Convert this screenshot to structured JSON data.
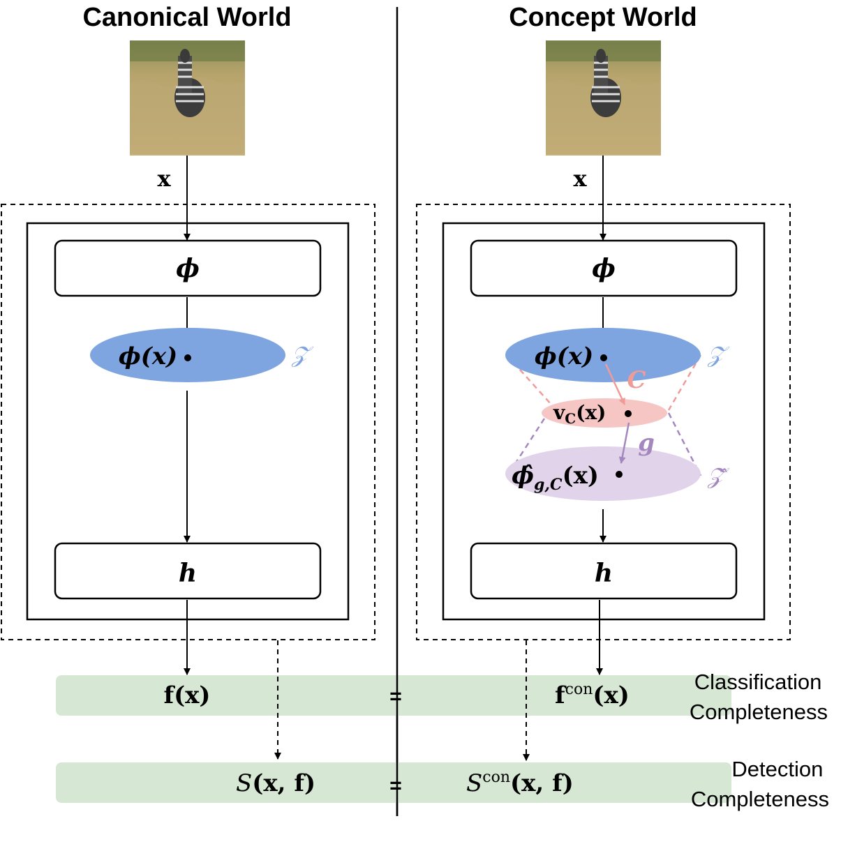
{
  "titles": {
    "left": "Canonical World",
    "right": "Concept World"
  },
  "input_label": "x",
  "modules": {
    "encoder": "ϕ",
    "head": "h"
  },
  "latent": {
    "phi_x": "ϕ(x)",
    "space": "𝒵",
    "space_hat": "𝒵̂",
    "concept_proj": "C",
    "concept_vec_base": "v",
    "concept_vec_sub": "C",
    "concept_vec_arg": "(x)",
    "g_map": "g",
    "phi_hat_base": "ϕ̂",
    "phi_hat_sub": "g,C",
    "phi_hat_arg": "(x)"
  },
  "outputs": {
    "f_x": "f(x)",
    "f_con_base": "f",
    "f_con_sup": "con",
    "f_con_arg": "(x)",
    "S_base": "S",
    "S_arg": "(x, f)",
    "S_con_sup": "con",
    "equals": "="
  },
  "rows": {
    "classification": [
      "Classification",
      "Completeness"
    ],
    "detection": [
      "Detection",
      "Completeness"
    ]
  },
  "colors": {
    "latent_blue": "#7fa5e0",
    "concept_red": "#f5c6c4",
    "concept_red_line": "#ef9c98",
    "latent_purple": "#e1d4ea",
    "purple_line": "#a487be",
    "band_green": "#d6e8d4"
  }
}
